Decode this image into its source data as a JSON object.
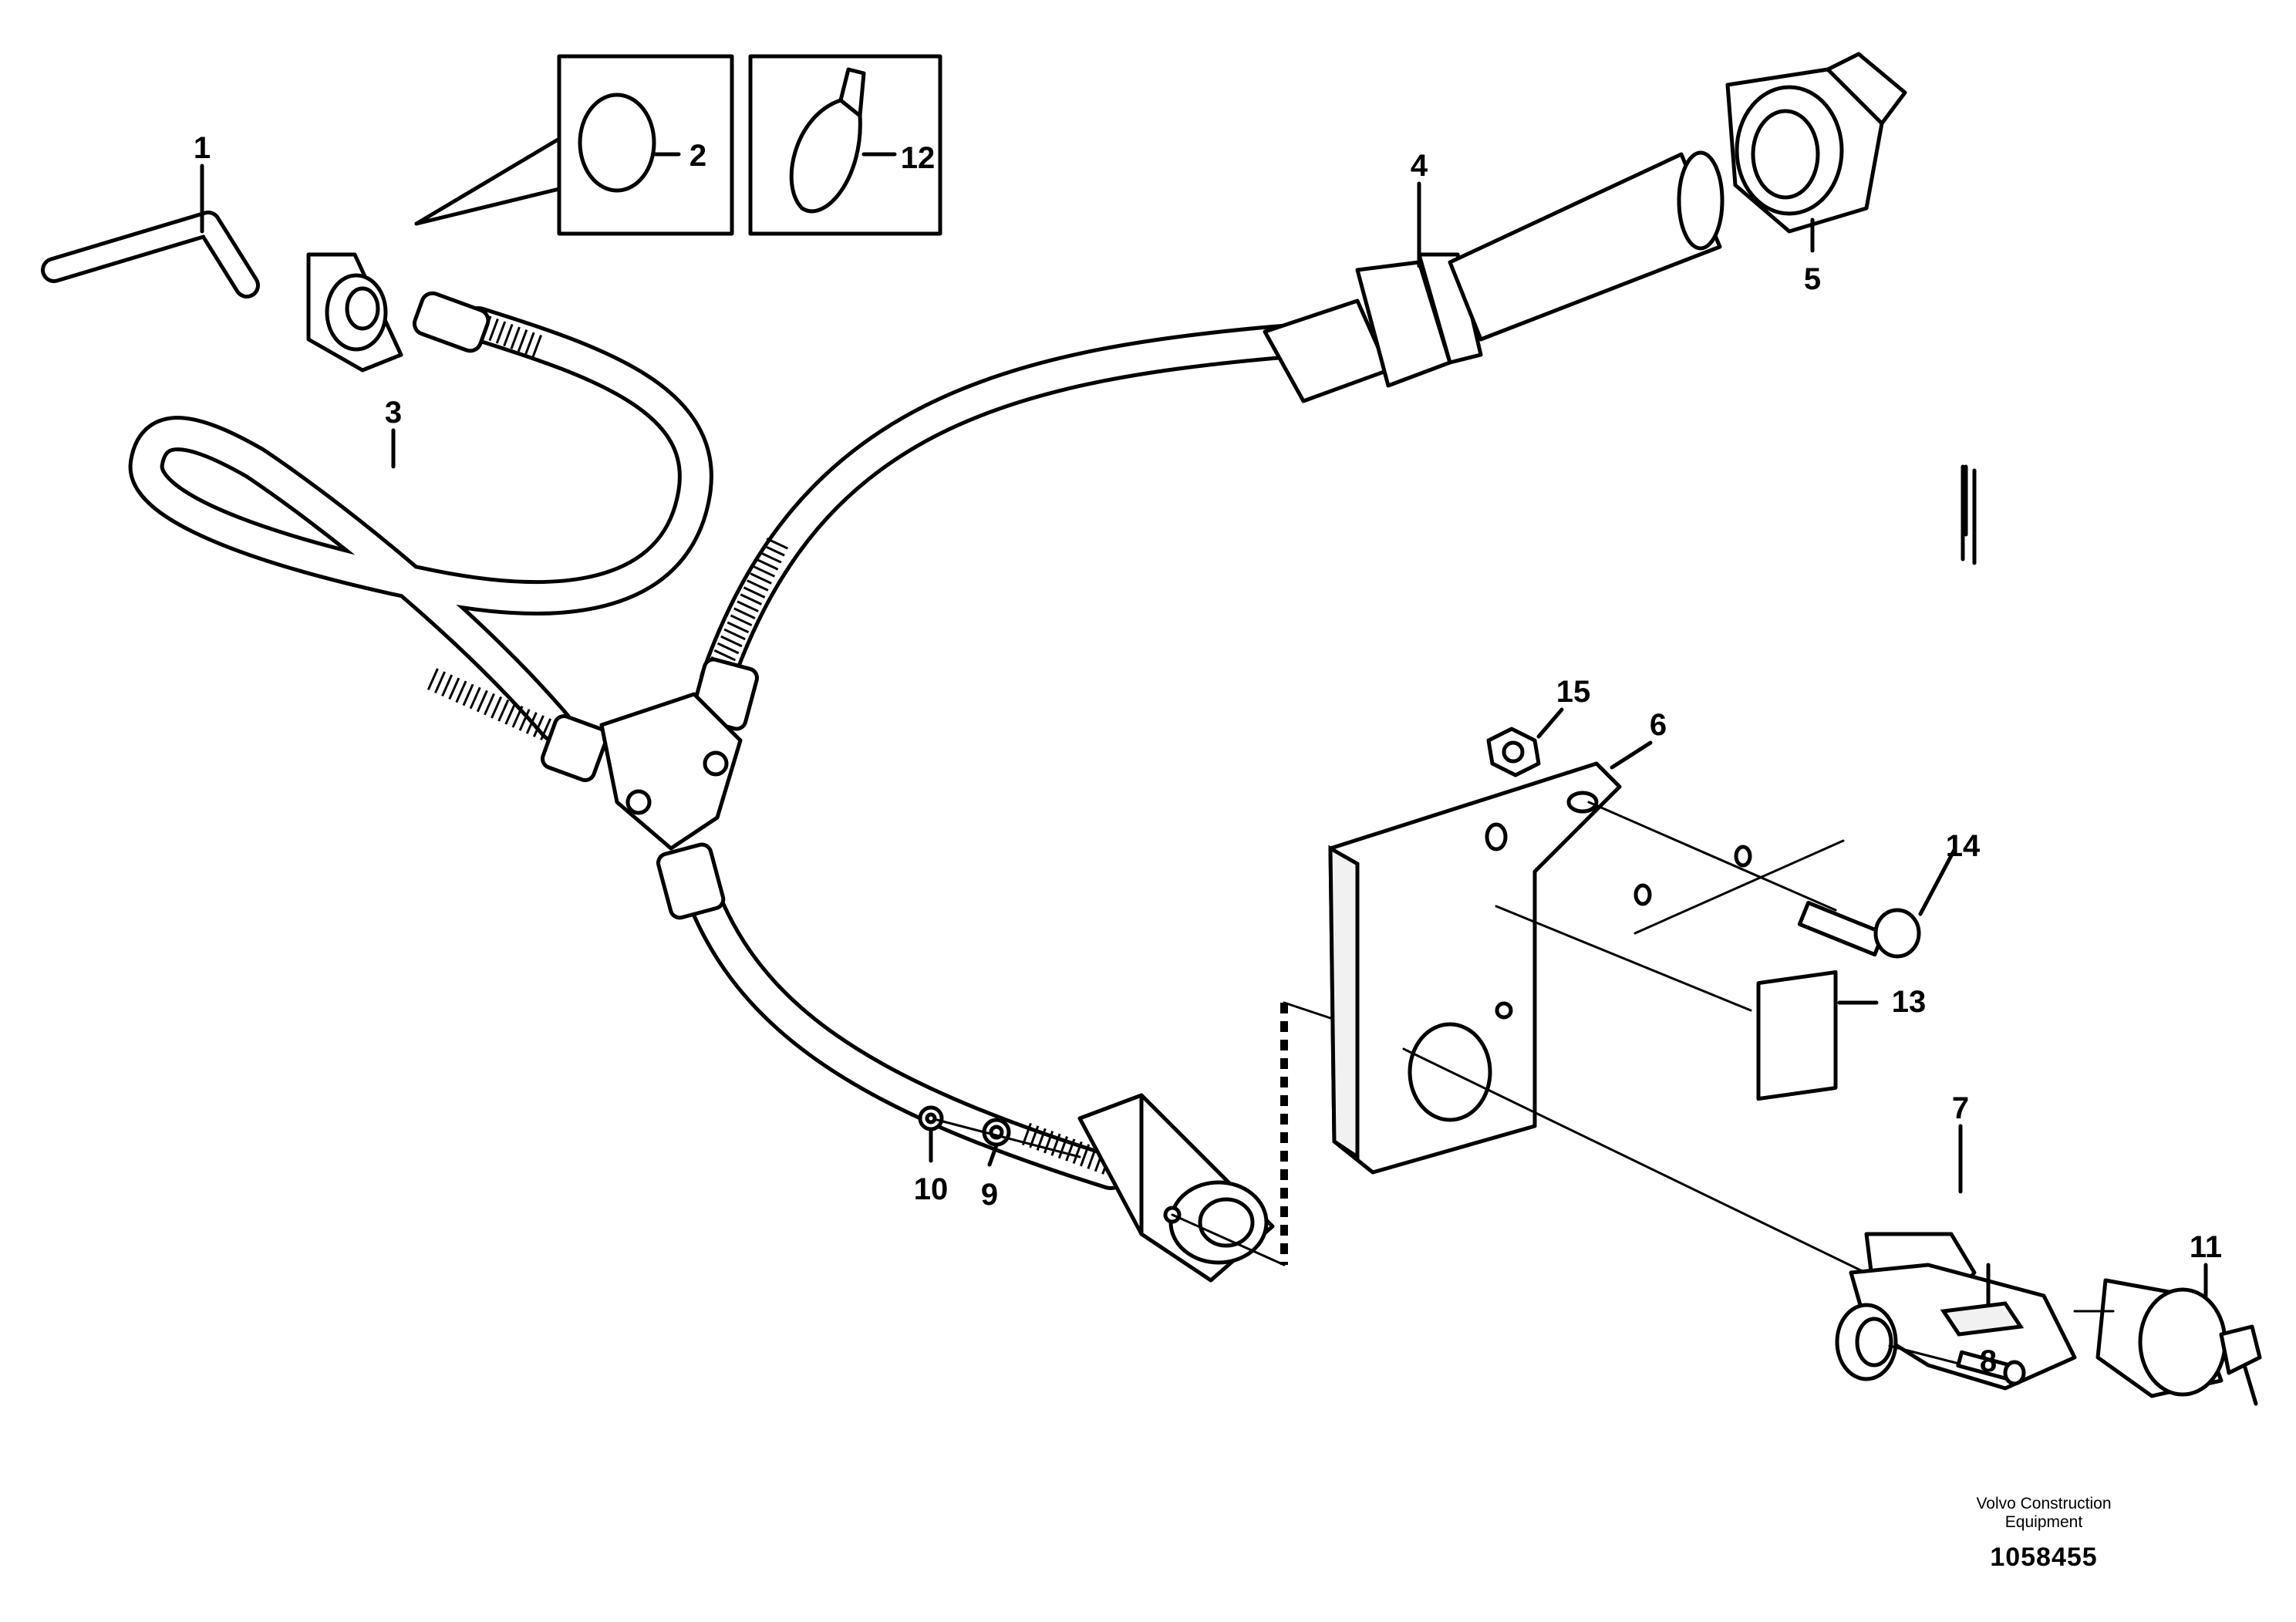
{
  "callouts": {
    "c1": "1",
    "c2": "2",
    "c3": "3",
    "c4": "4",
    "c5": "5",
    "c6": "6",
    "c7": "7",
    "c8": "8",
    "c9": "9",
    "c10": "10",
    "c11": "11",
    "c12": "12",
    "c13": "13",
    "c14": "14",
    "c15": "15"
  },
  "footer": {
    "brand_line1": "Volvo Construction",
    "brand_line2": "Equipment",
    "doc_number": "1058455"
  }
}
